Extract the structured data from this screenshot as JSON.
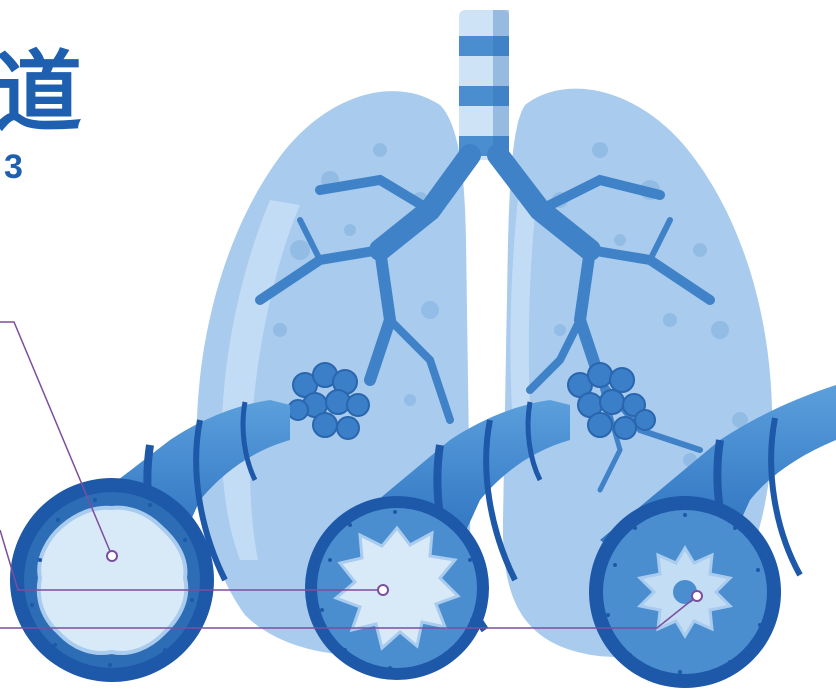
{
  "title_glyph": "道",
  "subtitle": "3",
  "colors": {
    "title": "#1f5fb0",
    "lung_fill": "#a9cbee",
    "lung_dark": "#8ab6e2",
    "airway_dark": "#2d6db5",
    "airway_mid": "#4a8ed0",
    "airway_light": "#6aaae0",
    "airway_rim": "#1e58a8",
    "leader_line": "#7b4f9e"
  },
  "airways": [
    {
      "state": "normal lumen"
    },
    {
      "state": "narrowed lumen"
    },
    {
      "state": "severely narrowed lumen"
    }
  ]
}
